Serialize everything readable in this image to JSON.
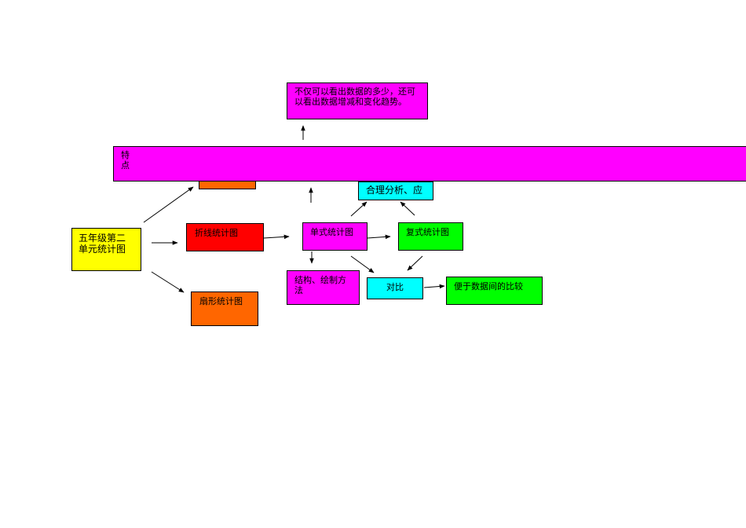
{
  "nodes": {
    "root": "五年级第二单元统计图",
    "line_chart": "折线统计图",
    "pie_chart": "扇形统计图",
    "single_chart": "单式统计图",
    "compound_chart": "复式统计图",
    "structure": "结构、绘制方法",
    "contrast": "对比",
    "compare_benefit": "便于数据间的比较",
    "analysis": "合理分析、应",
    "trait": "特点",
    "trait_desc": "不仅可以看出数据的多少，还可以看出数据增减和变化趋势。"
  },
  "colors": {
    "yellow": "#ffff00",
    "magenta": "#ff00ff",
    "red": "#ff0000",
    "orange": "#ff6600",
    "green": "#00ff00",
    "cyan": "#00ffff"
  }
}
